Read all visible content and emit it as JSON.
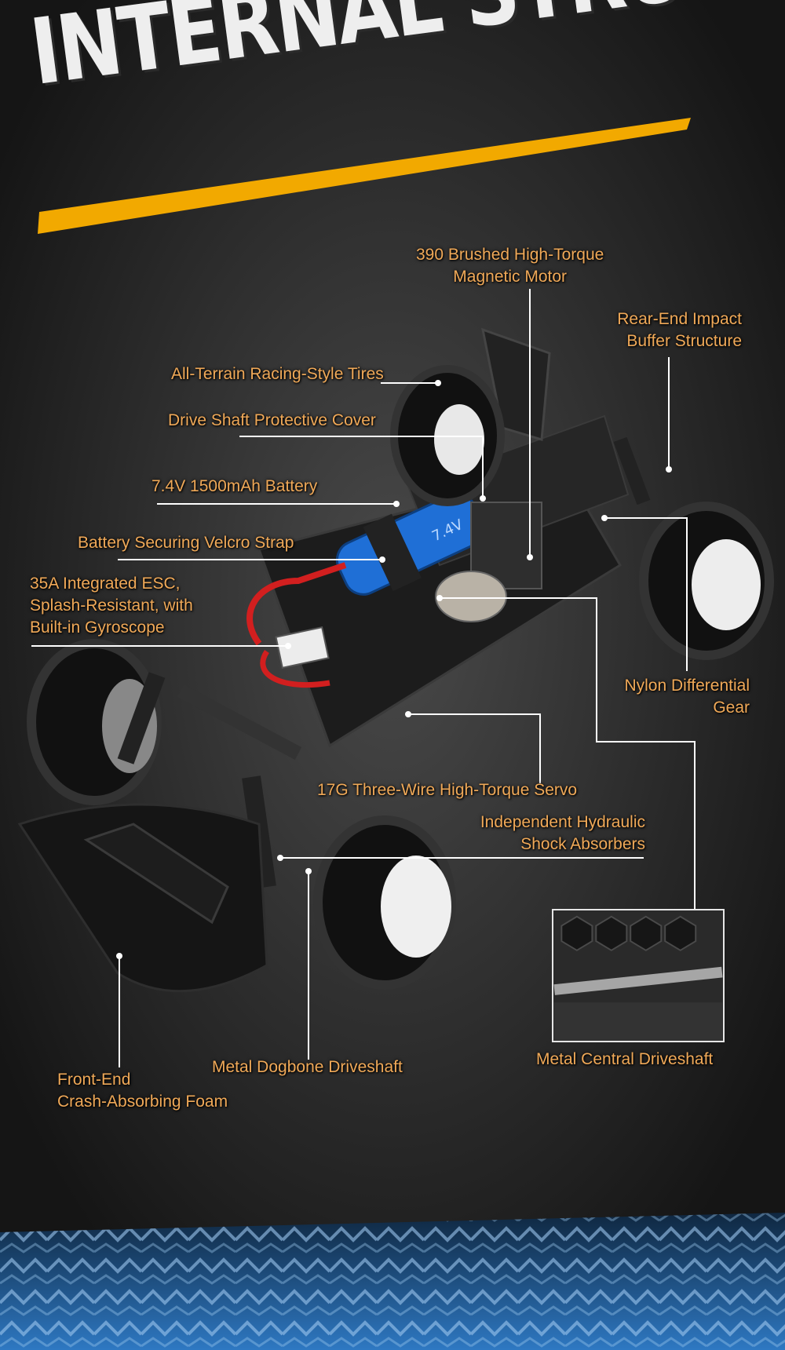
{
  "title": "INTERNAL STRUCTURE",
  "colors": {
    "accent": "#f2a900",
    "label": "#f0a958",
    "ground": "#1a1a1a",
    "battery": "#1f6fd6",
    "tread": "#2e78c2"
  },
  "labels": {
    "motor": [
      "390 Brushed High-Torque",
      "Magnetic Motor"
    ],
    "rear_buffer": [
      "Rear-End Impact",
      "Buffer Structure"
    ],
    "tires": "All-Terrain Racing-Style Tires",
    "drive_cover": "Drive Shaft Protective Cover",
    "battery": "7.4V 1500mAh Battery",
    "velcro": "Battery Securing Velcro Strap",
    "esc": [
      "35A Integrated ESC,",
      "Splash-Resistant, with",
      "Built-in Gyroscope"
    ],
    "differential": [
      "Nylon Differential",
      "Gear"
    ],
    "servo": "17G Three-Wire High-Torque Servo",
    "shocks": [
      "Independent Hydraulic",
      "Shock Absorbers"
    ],
    "dogbone": "Metal Dogbone Driveshaft",
    "central": "Metal Central Driveshaft",
    "foam": [
      "Front-End",
      "Crash-Absorbing Foam"
    ]
  },
  "battery_print": "7.4V"
}
